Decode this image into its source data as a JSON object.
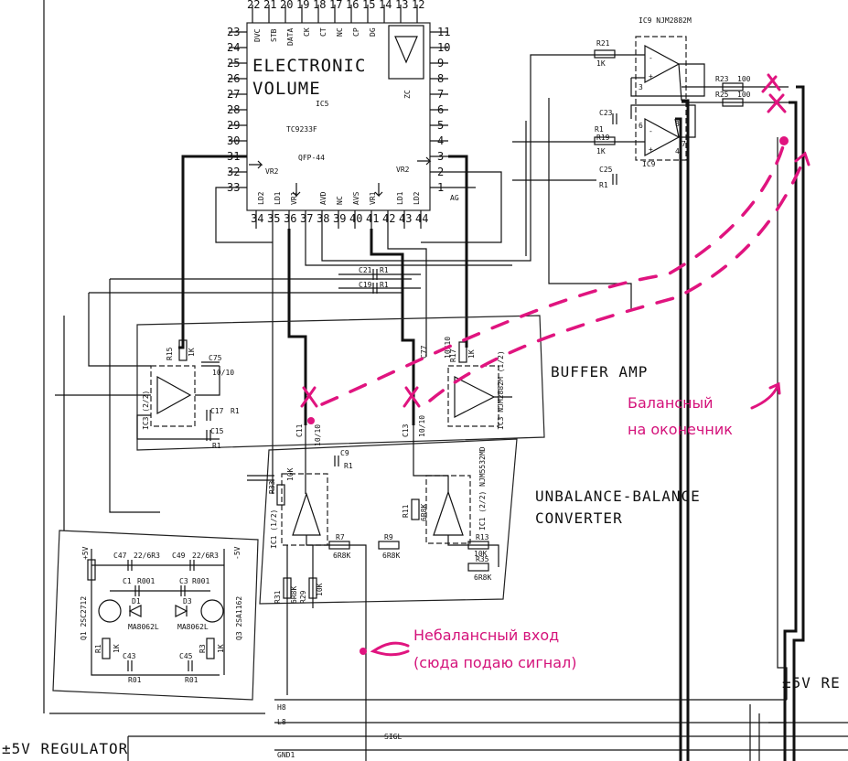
{
  "ic5": {
    "title_line1": "ELECTRONIC",
    "title_line2": "VOLUME",
    "ref": "IC5",
    "part": "TC9233F",
    "package": "QFP-44",
    "pins_top": [
      "22",
      "21",
      "20",
      "19",
      "18",
      "17",
      "16",
      "15",
      "14",
      "13",
      "12"
    ],
    "pins_top_names": [
      "DVC",
      "STB",
      "DATA",
      "CK",
      "CT",
      "NC",
      "CP",
      "DG"
    ],
    "pins_left": [
      "23",
      "24",
      "25",
      "26",
      "27",
      "28",
      "29",
      "30",
      "31",
      "32",
      "33"
    ],
    "pins_right": [
      "11",
      "10",
      "9",
      "8",
      "7",
      "6",
      "5",
      "4",
      "3",
      "2",
      "1"
    ],
    "pins_bottom": [
      "34",
      "35",
      "36",
      "37",
      "38",
      "39",
      "40",
      "41",
      "42",
      "43",
      "44"
    ],
    "bottom_names": [
      "LD2",
      "LD1",
      "VR1",
      "AVD",
      "NC",
      "AVS",
      "VR1",
      "LD1",
      "LD2"
    ],
    "vr2_left": "VR2",
    "vr2_right": "VR2",
    "ag": "AG",
    "zc": "ZC"
  },
  "ic9": {
    "label_top": "IC9 NJM2882M",
    "label_bottom": "IC9",
    "r21": "R21",
    "r21v": "1K",
    "r1_label": "R1",
    "r19": "R19",
    "r19v": "1K",
    "c23": "C23",
    "c25": "C25",
    "c25r": "R1",
    "r23": "R23",
    "r23v": "100",
    "r25": "R25",
    "r25v": "100",
    "pin8": "8",
    "pin7": "7",
    "pin4": "4",
    "pin3": "3",
    "pin6": "6"
  },
  "mid_parts": {
    "c21": "C21",
    "c21r": "R1",
    "c19": "C19",
    "c19r": "R1"
  },
  "buffer_amp": {
    "title": "BUFFER AMP",
    "ic3_left": "IC3 (2/2)",
    "ic3_right": "IC3 NJM2882M (1/2)",
    "r15": "R15",
    "r15v": "1K",
    "c75": "C75",
    "c75v": "10/10",
    "c17": "C17",
    "c17r": "R1",
    "c15": "C15",
    "c15r": "R1",
    "r17": "R17",
    "r17v": "1K",
    "c77": "C77",
    "c77v": "10/10",
    "c11": "C11",
    "c11v": "10/10",
    "c13": "C13",
    "c13v": "10/10"
  },
  "converter": {
    "title_line1": "UNBALANCE-BALANCE",
    "title_line2": "CONVERTER",
    "ic1_a": "IC1 (1/2)",
    "ic1_b": "IC1 (2/2) NJM5532MD",
    "r33": "R33",
    "r33v": "10K",
    "c9": "C9",
    "c9r": "R1",
    "r7": "R7",
    "r7v": "6R8K",
    "r9": "R9",
    "r9v": "6R8K",
    "r11": "R11",
    "r11v": "6R8K",
    "r13": "R13",
    "r13v": "10K",
    "r35": "R35",
    "r35v": "6R8K",
    "r31": "R31",
    "r31v": "6R8K",
    "r29": "R29",
    "r29v": "10K"
  },
  "regulator": {
    "title": "±5V REGULATOR",
    "plus5": "+5V",
    "minus5": "-5V",
    "c47": "C47",
    "c47v": "22/6R3",
    "c49": "C49",
    "c49v": "22/6R3",
    "c1": "C1",
    "c1v": "R001",
    "c3": "C3",
    "c3v": "R001",
    "d1": "D1",
    "d1v": "MA8062L",
    "d3": "D3",
    "d3v": "MA8062L",
    "q1": "Q1 2SC2712",
    "q3": "Q3 2SA1162",
    "r1": "R1",
    "r1v": "1K",
    "r3": "R3",
    "r3v": "1K",
    "c43": "C43",
    "c43v": "R01",
    "c45": "C45",
    "c45v": "R01"
  },
  "nets": {
    "h8": "H8",
    "l8": "L8",
    "gnd1": "GND1",
    "sigl": "SIGL",
    "pm5v": "±5V RE"
  },
  "annotations": {
    "balanced_line1": "Балансный",
    "balanced_line2": "на оконечник",
    "unbalanced_line1": "Небалансный вход",
    "unbalanced_line2": "(сюда  подаю сигнал)",
    "color": "#e0147f"
  }
}
